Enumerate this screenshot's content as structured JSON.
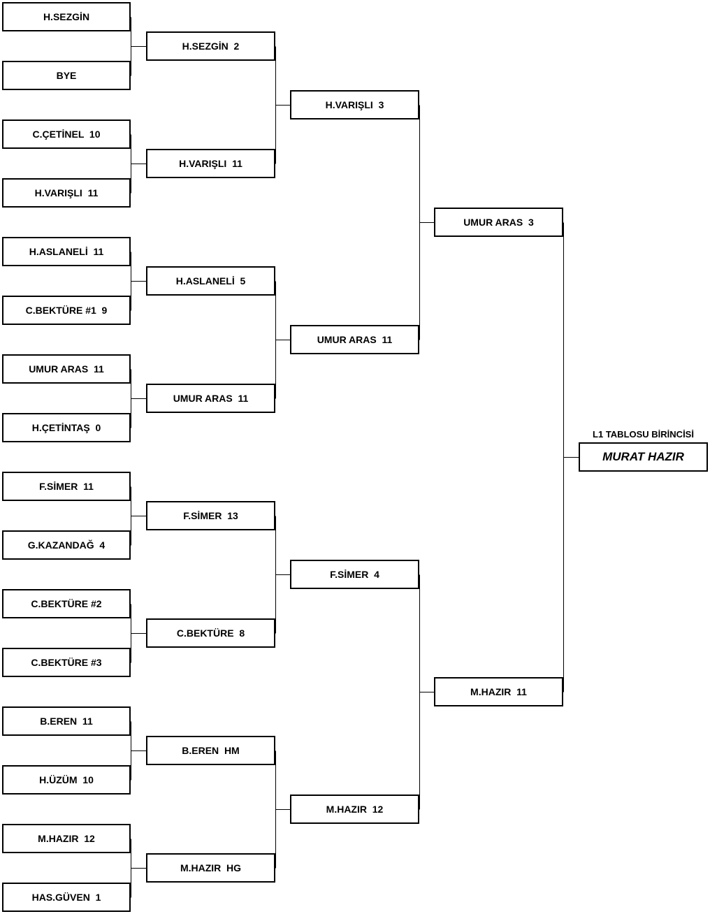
{
  "rounds": [
    [
      "H.SEZGİN",
      "BYE",
      "C.ÇETİNEL  10",
      "H.VARIŞLI  11",
      "H.ASLANELİ  11",
      "C.BEKTÜRE #1  9",
      "UMUR ARAS  11",
      "H.ÇETİNTAŞ  0",
      "F.SİMER  11",
      "G.KAZANDAĞ  4",
      "C.BEKTÜRE #2",
      "C.BEKTÜRE #3",
      "B.EREN  11",
      "H.ÜZÜM  10",
      "M.HAZIR  12",
      "HAS.GÜVEN  1"
    ],
    [
      "H.SEZGİN  2",
      "H.VARIŞLI  11",
      "H.ASLANELİ  5",
      "UMUR ARAS  11",
      "F.SİMER  13",
      "C.BEKTÜRE  8",
      "B.EREN  HM",
      "M.HAZIR  HG"
    ],
    [
      "H.VARIŞLI  3",
      "UMUR ARAS  11",
      "F.SİMER  4",
      "M.HAZIR  12"
    ],
    [
      "UMUR ARAS  3",
      "M.HAZIR  11"
    ]
  ],
  "champion": {
    "title": "L1 TABLOSU BİRİNCİSİ",
    "name": "MURAT HAZIR"
  }
}
